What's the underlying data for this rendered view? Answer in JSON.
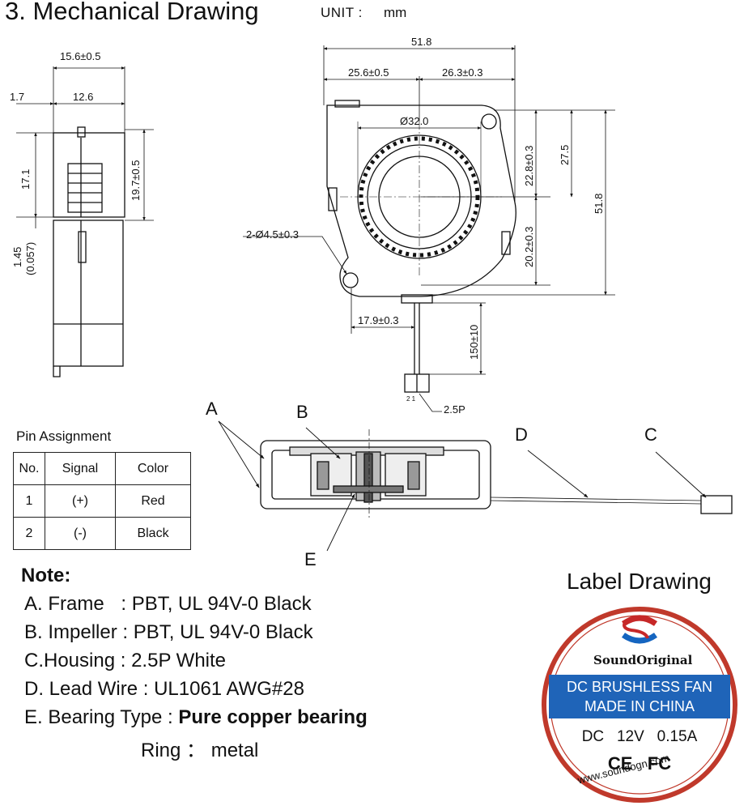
{
  "title": "3. Mechanical Drawing",
  "unit": {
    "label": "UNIT :",
    "value": "mm"
  },
  "side_view": {
    "width_top": "15.6±0.5",
    "offset": "1.7",
    "inner_width": "12.6",
    "height_17": "17.1",
    "height_19": "19.7±0.5",
    "small": "1.45",
    "small_in": "(0.057)"
  },
  "front_view": {
    "overall_width": "51.8",
    "left_half": "25.6±0.5",
    "right_half": "26.3±0.3",
    "diameter": "Ø32.0",
    "upper_center": "22.8±0.3",
    "height_mid": "27.5",
    "overall_height": "51.8",
    "lower_center": "20.2±0.3",
    "holes": "2-Ø4.5±0.3",
    "wire_offset": "17.9±0.3",
    "wire_length": "150±10",
    "connector": "2.5P",
    "pin_numbers": "2  1"
  },
  "callouts": {
    "a": "A",
    "b": "B",
    "c": "C",
    "d": "D",
    "e": "E"
  },
  "pin_assignment": {
    "title": "Pin Assignment",
    "headers": [
      "No.",
      "Signal",
      "Color"
    ],
    "rows": [
      [
        "1",
        "(+)",
        "Red"
      ],
      [
        "2",
        "(-)",
        "Black"
      ]
    ]
  },
  "notes": {
    "title": "Note:",
    "items": [
      {
        "key": "A. Frame",
        "sep": ": ",
        "value": "PBT, UL 94V-0 Black"
      },
      {
        "key": "B. Impeller",
        "sep": ": ",
        "value": "PBT, UL 94V-0 Black"
      },
      {
        "key": "C.Housing",
        "sep": ": ",
        "value": "2.5P White"
      },
      {
        "key": "D. Lead Wire",
        "sep": ": ",
        "value": "UL1061 AWG#28"
      },
      {
        "key": "E. Bearing Type",
        "sep": ": ",
        "value": "Pure copper bearing"
      },
      {
        "key": "Ring",
        "sep": "：",
        "value": "metal"
      }
    ]
  },
  "label": {
    "title": "Label Drawing",
    "brand": "SoundOriginal",
    "line1": "DC BRUSHLESS FAN",
    "line2": "MADE IN CHINA",
    "spec": "DC   12V   0.15A",
    "marks": "CE   FC",
    "url": "www.soundogn.com",
    "colors": {
      "ring": "#c0392b",
      "banner": "#1f64b8",
      "logo_red": "#c62828",
      "logo_blue": "#1565c0"
    }
  }
}
